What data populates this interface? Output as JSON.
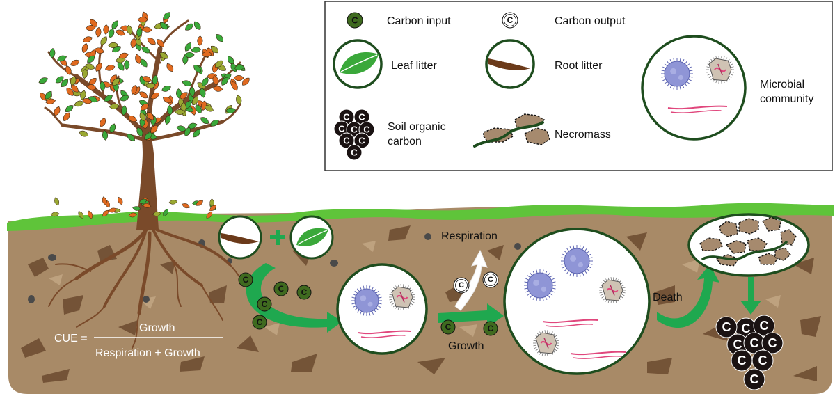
{
  "legend": {
    "carbon_input": "Carbon input",
    "carbon_output": "Carbon output",
    "leaf_litter": "Leaf litter",
    "root_litter": "Root litter",
    "microbial_community_1": "Microbial",
    "microbial_community_2": "community",
    "soil_organic_carbon_1": "Soil organic",
    "soil_organic_carbon_2": "carbon",
    "necromass": "Necromass"
  },
  "process": {
    "respiration": "Respiration",
    "growth": "Growth",
    "death": "Death"
  },
  "formula": {
    "lhs": "CUE =",
    "numerator": "Growth",
    "denominator": "Respiration + Growth"
  },
  "glyph": {
    "carbon": "C"
  },
  "colors": {
    "soil": "#a88a67",
    "soil_dark": "#6b4a2f",
    "grass": "#5fc43a",
    "trunk": "#7a4a2a",
    "arrow_green": "#1fa84f",
    "circle_border": "#1e4d1e",
    "carbon_input": "#3f6a1f",
    "soc_black": "#1a1212",
    "microbe_blue": "#8f95d6",
    "microbe_pink": "#e0467c",
    "leaf_green": "#3aa83a",
    "leaf_orange": "#e06a20",
    "leaf_olive": "#9aa832"
  }
}
